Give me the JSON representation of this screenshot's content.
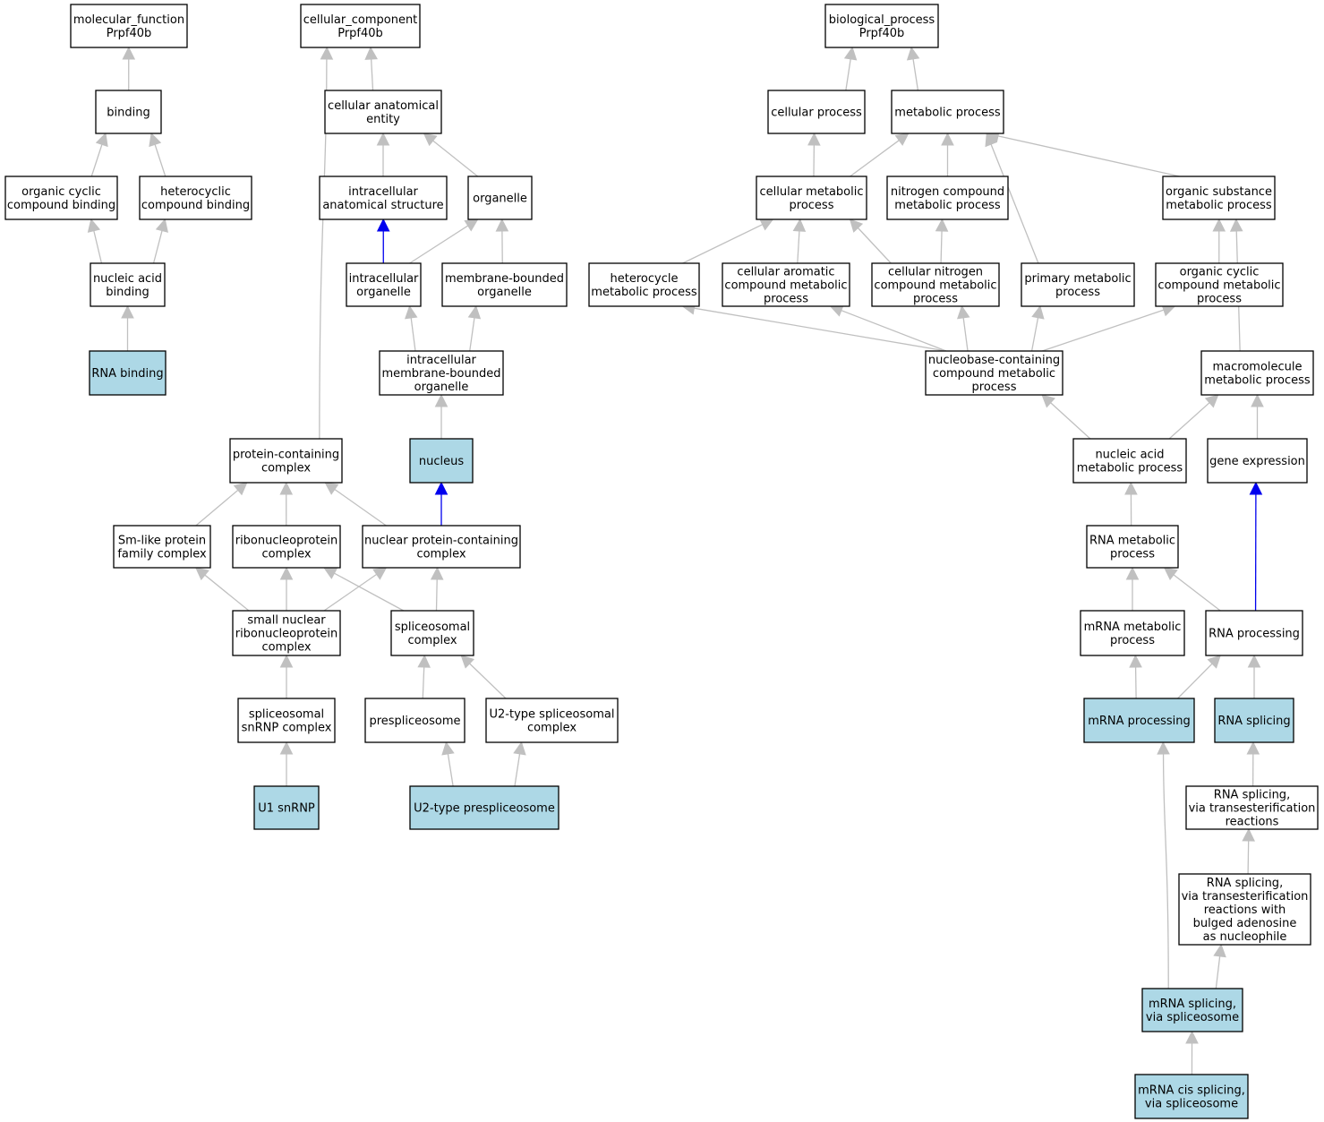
{
  "colors": {
    "node_fill": "#ffffff",
    "highlight_fill": "#add8e6",
    "node_border": "#000000",
    "edge_gray": "#c0c0c0",
    "edge_blue": "#0000ee"
  },
  "nodes": [
    {
      "id": "mf",
      "lines": [
        "molecular_function",
        "Prpf40b"
      ],
      "highlight": false
    },
    {
      "id": "binding",
      "lines": [
        "binding"
      ],
      "highlight": false
    },
    {
      "id": "ocb",
      "lines": [
        "organic cyclic",
        "compound binding"
      ],
      "highlight": false
    },
    {
      "id": "hcb",
      "lines": [
        "heterocyclic",
        "compound binding"
      ],
      "highlight": false
    },
    {
      "id": "nab",
      "lines": [
        "nucleic acid",
        "binding"
      ],
      "highlight": false
    },
    {
      "id": "rnab",
      "lines": [
        "RNA binding"
      ],
      "highlight": true
    },
    {
      "id": "cc",
      "lines": [
        "cellular_component",
        "Prpf40b"
      ],
      "highlight": false
    },
    {
      "id": "cae",
      "lines": [
        "cellular anatomical",
        "entity"
      ],
      "highlight": false
    },
    {
      "id": "ias",
      "lines": [
        "intracellular",
        "anatomical structure"
      ],
      "highlight": false
    },
    {
      "id": "organelle",
      "lines": [
        "organelle"
      ],
      "highlight": false
    },
    {
      "id": "io",
      "lines": [
        "intracellular",
        "organelle"
      ],
      "highlight": false
    },
    {
      "id": "mbo",
      "lines": [
        "membrane-bounded",
        "organelle"
      ],
      "highlight": false
    },
    {
      "id": "imbo",
      "lines": [
        "intracellular",
        "membrane-bounded",
        "organelle"
      ],
      "highlight": false
    },
    {
      "id": "nucleus",
      "lines": [
        "nucleus"
      ],
      "highlight": true
    },
    {
      "id": "pcc",
      "lines": [
        "protein-containing",
        "complex"
      ],
      "highlight": false
    },
    {
      "id": "smlike",
      "lines": [
        "Sm-like protein",
        "family complex"
      ],
      "highlight": false
    },
    {
      "id": "rnp",
      "lines": [
        "ribonucleoprotein",
        "complex"
      ],
      "highlight": false
    },
    {
      "id": "npcc",
      "lines": [
        "nuclear protein-containing",
        "complex"
      ],
      "highlight": false
    },
    {
      "id": "snrnp",
      "lines": [
        "small nuclear",
        "ribonucleoprotein",
        "complex"
      ],
      "highlight": false
    },
    {
      "id": "spliceosomal",
      "lines": [
        "spliceosomal",
        "complex"
      ],
      "highlight": false
    },
    {
      "id": "ssnrnp",
      "lines": [
        "spliceosomal",
        "snRNP complex"
      ],
      "highlight": false
    },
    {
      "id": "prespliceosome",
      "lines": [
        "prespliceosome"
      ],
      "highlight": false
    },
    {
      "id": "u2sc",
      "lines": [
        "U2-type spliceosomal",
        "complex"
      ],
      "highlight": false
    },
    {
      "id": "u1",
      "lines": [
        "U1 snRNP"
      ],
      "highlight": true
    },
    {
      "id": "u2pre",
      "lines": [
        "U2-type prespliceosome"
      ],
      "highlight": true
    },
    {
      "id": "bp",
      "lines": [
        "biological_process",
        "Prpf40b"
      ],
      "highlight": false
    },
    {
      "id": "cellproc",
      "lines": [
        "cellular process"
      ],
      "highlight": false
    },
    {
      "id": "metab",
      "lines": [
        "metabolic process"
      ],
      "highlight": false
    },
    {
      "id": "cmp",
      "lines": [
        "cellular metabolic",
        "process"
      ],
      "highlight": false
    },
    {
      "id": "ncmp",
      "lines": [
        "nitrogen compound",
        "metabolic process"
      ],
      "highlight": false
    },
    {
      "id": "osmp",
      "lines": [
        "organic substance",
        "metabolic process"
      ],
      "highlight": false
    },
    {
      "id": "hmp",
      "lines": [
        "heterocycle",
        "metabolic process"
      ],
      "highlight": false
    },
    {
      "id": "cacmp",
      "lines": [
        "cellular aromatic",
        "compound metabolic",
        "process"
      ],
      "highlight": false
    },
    {
      "id": "cncmp",
      "lines": [
        "cellular nitrogen",
        "compound metabolic",
        "process"
      ],
      "highlight": false
    },
    {
      "id": "pmp",
      "lines": [
        "primary metabolic",
        "process"
      ],
      "highlight": false
    },
    {
      "id": "occmp",
      "lines": [
        "organic cyclic",
        "compound metabolic",
        "process"
      ],
      "highlight": false
    },
    {
      "id": "nbcmp",
      "lines": [
        "nucleobase-containing",
        "compound metabolic",
        "process"
      ],
      "highlight": false
    },
    {
      "id": "mmp",
      "lines": [
        "macromolecule",
        "metabolic process"
      ],
      "highlight": false
    },
    {
      "id": "namp",
      "lines": [
        "nucleic acid",
        "metabolic process"
      ],
      "highlight": false
    },
    {
      "id": "ge",
      "lines": [
        "gene expression"
      ],
      "highlight": false
    },
    {
      "id": "rnamp",
      "lines": [
        "RNA metabolic",
        "process"
      ],
      "highlight": false
    },
    {
      "id": "mrnamp",
      "lines": [
        "mRNA metabolic",
        "process"
      ],
      "highlight": false
    },
    {
      "id": "rnaproc",
      "lines": [
        "RNA processing"
      ],
      "highlight": false
    },
    {
      "id": "mrnaproc",
      "lines": [
        "mRNA processing"
      ],
      "highlight": true
    },
    {
      "id": "rnasplic",
      "lines": [
        "RNA splicing"
      ],
      "highlight": true
    },
    {
      "id": "rsvtr",
      "lines": [
        "RNA splicing,",
        "via transesterification",
        "reactions"
      ],
      "highlight": false
    },
    {
      "id": "rsvtrb",
      "lines": [
        "RNA splicing,",
        "via transesterification",
        "reactions with",
        "bulged adenosine",
        "as nucleophile"
      ],
      "highlight": false
    },
    {
      "id": "mrsvs",
      "lines": [
        "mRNA splicing,",
        "via spliceosome"
      ],
      "highlight": true
    },
    {
      "id": "mrcis",
      "lines": [
        "mRNA cis splicing,",
        "via spliceosome"
      ],
      "highlight": true
    }
  ],
  "edges": [
    {
      "from": "binding",
      "to": "mf",
      "color": "gray"
    },
    {
      "from": "ocb",
      "to": "binding",
      "color": "gray"
    },
    {
      "from": "hcb",
      "to": "binding",
      "color": "gray"
    },
    {
      "from": "nab",
      "to": "ocb",
      "color": "gray"
    },
    {
      "from": "nab",
      "to": "hcb",
      "color": "gray"
    },
    {
      "from": "rnab",
      "to": "nab",
      "color": "gray"
    },
    {
      "from": "cae",
      "to": "cc",
      "color": "gray"
    },
    {
      "from": "pcc",
      "to": "cc",
      "color": "gray"
    },
    {
      "from": "ias",
      "to": "cae",
      "color": "gray"
    },
    {
      "from": "organelle",
      "to": "cae",
      "color": "gray"
    },
    {
      "from": "io",
      "to": "ias",
      "color": "blue"
    },
    {
      "from": "io",
      "to": "organelle",
      "color": "gray"
    },
    {
      "from": "mbo",
      "to": "organelle",
      "color": "gray"
    },
    {
      "from": "imbo",
      "to": "io",
      "color": "gray"
    },
    {
      "from": "imbo",
      "to": "mbo",
      "color": "gray"
    },
    {
      "from": "nucleus",
      "to": "imbo",
      "color": "gray"
    },
    {
      "from": "smlike",
      "to": "pcc",
      "color": "gray"
    },
    {
      "from": "rnp",
      "to": "pcc",
      "color": "gray"
    },
    {
      "from": "npcc",
      "to": "pcc",
      "color": "gray"
    },
    {
      "from": "npcc",
      "to": "nucleus",
      "color": "blue"
    },
    {
      "from": "snrnp",
      "to": "smlike",
      "color": "gray"
    },
    {
      "from": "snrnp",
      "to": "rnp",
      "color": "gray"
    },
    {
      "from": "snrnp",
      "to": "npcc",
      "color": "gray"
    },
    {
      "from": "spliceosomal",
      "to": "rnp",
      "color": "gray"
    },
    {
      "from": "spliceosomal",
      "to": "npcc",
      "color": "gray"
    },
    {
      "from": "ssnrnp",
      "to": "snrnp",
      "color": "gray"
    },
    {
      "from": "prespliceosome",
      "to": "spliceosomal",
      "color": "gray"
    },
    {
      "from": "u2sc",
      "to": "spliceosomal",
      "color": "gray"
    },
    {
      "from": "u1",
      "to": "ssnrnp",
      "color": "gray"
    },
    {
      "from": "u2pre",
      "to": "prespliceosome",
      "color": "gray"
    },
    {
      "from": "u2pre",
      "to": "u2sc",
      "color": "gray"
    },
    {
      "from": "cellproc",
      "to": "bp",
      "color": "gray"
    },
    {
      "from": "metab",
      "to": "bp",
      "color": "gray"
    },
    {
      "from": "cmp",
      "to": "cellproc",
      "color": "gray"
    },
    {
      "from": "cmp",
      "to": "metab",
      "color": "gray"
    },
    {
      "from": "ncmp",
      "to": "metab",
      "color": "gray"
    },
    {
      "from": "osmp",
      "to": "metab",
      "color": "gray"
    },
    {
      "from": "pmp",
      "to": "metab",
      "color": "gray"
    },
    {
      "from": "hmp",
      "to": "cmp",
      "color": "gray"
    },
    {
      "from": "cacmp",
      "to": "cmp",
      "color": "gray"
    },
    {
      "from": "cncmp",
      "to": "cmp",
      "color": "gray"
    },
    {
      "from": "cncmp",
      "to": "ncmp",
      "color": "gray"
    },
    {
      "from": "occmp",
      "to": "osmp",
      "color": "gray"
    },
    {
      "from": "mmp",
      "to": "osmp",
      "color": "gray"
    },
    {
      "from": "nbcmp",
      "to": "hmp",
      "color": "gray"
    },
    {
      "from": "nbcmp",
      "to": "cacmp",
      "color": "gray"
    },
    {
      "from": "nbcmp",
      "to": "cncmp",
      "color": "gray"
    },
    {
      "from": "nbcmp",
      "to": "pmp",
      "color": "gray"
    },
    {
      "from": "nbcmp",
      "to": "occmp",
      "color": "gray"
    },
    {
      "from": "namp",
      "to": "nbcmp",
      "color": "gray"
    },
    {
      "from": "namp",
      "to": "mmp",
      "color": "gray"
    },
    {
      "from": "ge",
      "to": "mmp",
      "color": "gray"
    },
    {
      "from": "rnamp",
      "to": "namp",
      "color": "gray"
    },
    {
      "from": "mrnamp",
      "to": "rnamp",
      "color": "gray"
    },
    {
      "from": "rnaproc",
      "to": "rnamp",
      "color": "gray"
    },
    {
      "from": "rnaproc",
      "to": "ge",
      "color": "blue"
    },
    {
      "from": "mrnaproc",
      "to": "mrnamp",
      "color": "gray"
    },
    {
      "from": "mrnaproc",
      "to": "rnaproc",
      "color": "gray"
    },
    {
      "from": "rnasplic",
      "to": "rnaproc",
      "color": "gray"
    },
    {
      "from": "rsvtr",
      "to": "rnasplic",
      "color": "gray"
    },
    {
      "from": "rsvtrb",
      "to": "rsvtr",
      "color": "gray"
    },
    {
      "from": "mrsvs",
      "to": "rsvtrb",
      "color": "gray"
    },
    {
      "from": "mrsvs",
      "to": "mrnaproc",
      "color": "gray"
    },
    {
      "from": "mrcis",
      "to": "mrsvs",
      "color": "gray"
    }
  ]
}
